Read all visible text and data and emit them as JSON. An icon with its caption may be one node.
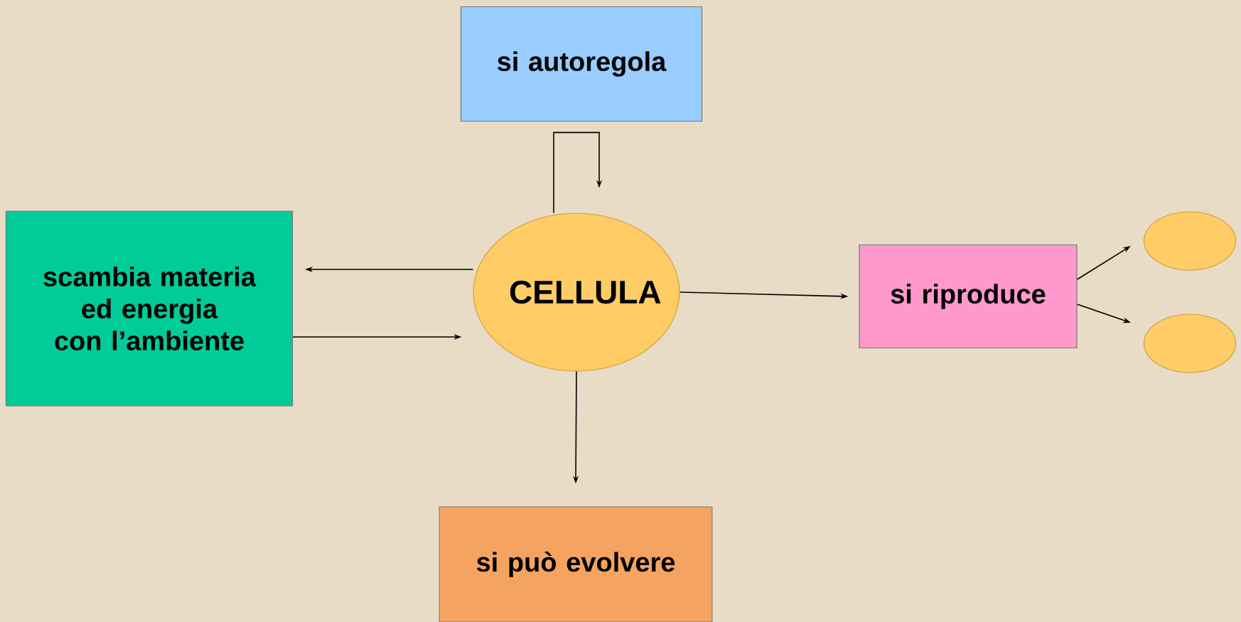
{
  "diagram": {
    "nodes": [
      {
        "text": [
          "si autoregola"
        ]
      },
      {
        "text": [
          "scambia materia ed energia con l’ambiente"
        ]
      },
      {
        "text": [
          "CELLULA"
        ]
      },
      {
        "text": [
          "si riproduce"
        ]
      },
      {
        "text": [],
        "shape": "circle"
      },
      {
        "text": [],
        "shape": "circle"
      },
      {
        "text": [
          "si può evolvere"
        ]
      }
    ],
    "edges": [
      {
        "from": 2,
        "to": 2,
        "arrow": "to"
      },
      {
        "from": 2,
        "to": 1,
        "arrow": "to"
      },
      {
        "from": 1,
        "to": 2,
        "arrow": "to"
      },
      {
        "from": 2,
        "to": 3,
        "arrow": "to"
      },
      {
        "from": 3,
        "to": 4,
        "arrow": "to"
      },
      {
        "from": 3,
        "to": 5,
        "arrow": "to"
      },
      {
        "from": 2,
        "to": 6,
        "arrow": "to"
      }
    ]
  }
}
